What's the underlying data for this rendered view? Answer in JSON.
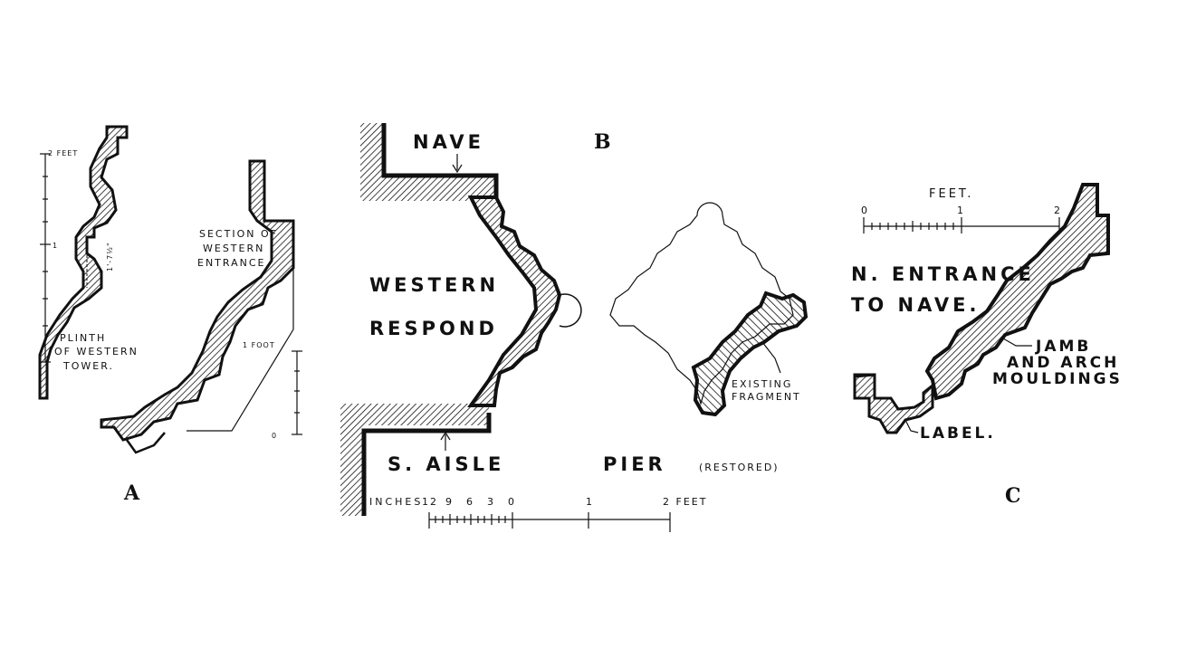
{
  "figure_a": {
    "letter": "A",
    "scale_top": "2 FEET",
    "scale_mid": "1",
    "dimension": "1'-7½\"",
    "plinth_label": [
      "PLINTH",
      "OF WESTERN",
      "TOWER."
    ],
    "section_label": [
      "SECTION OF",
      "WESTERN",
      "ENTRANCE."
    ],
    "foot_label": "1 FOOT",
    "foot_zero": "0"
  },
  "figure_b": {
    "letter": "B",
    "nave": "NAVE",
    "western": "WESTERN",
    "respond": "RESPOND",
    "s_aisle": "S. AISLE",
    "pier": "PIER",
    "restored": "(RESTORED)",
    "fragment": [
      "EXISTING",
      "FRAGMENT"
    ],
    "scale": {
      "inches": "INCHES",
      "ticks": [
        "12",
        "9",
        "6",
        "3",
        "0"
      ],
      "one": "1",
      "feet": "2 FEET"
    }
  },
  "figure_c": {
    "letter": "C",
    "scale": {
      "title": "FEET.",
      "ticks": [
        "0",
        "1",
        "2"
      ]
    },
    "entrance": [
      "N. ENTRANCE",
      "TO NAVE."
    ],
    "jamb": [
      "JAMB",
      "AND ARCH",
      "MOULDINGS"
    ],
    "label": "LABEL."
  }
}
